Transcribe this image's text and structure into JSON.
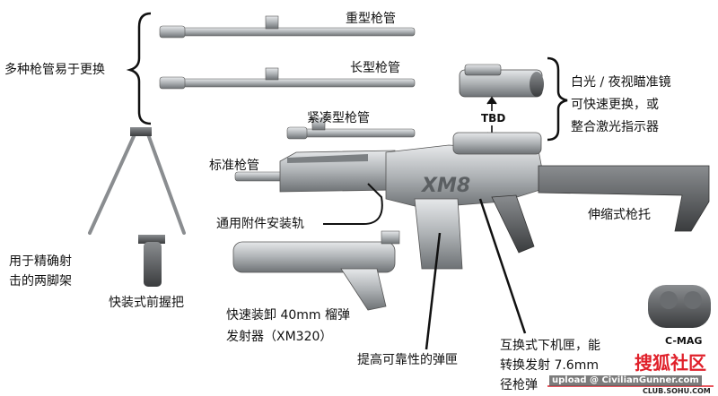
{
  "labels": {
    "heavy_barrel": "重型枪管",
    "long_barrel": "长型枪管",
    "compact_barrel": "紧凑型枪管",
    "multi_barrel": "多种枪管易于更换",
    "tbd": "TBD",
    "optic": [
      "白光 / 夜视瞄准镜",
      "可快速更换，或",
      "整合激光指示器"
    ],
    "standard_barrel": "标准枪管",
    "stock": "伸缩式枪托",
    "rail": "通用附件安装轨",
    "bipod": [
      "用于精确射",
      "击的两脚架"
    ],
    "foregrip": "快装式前握把",
    "grenade": [
      "快速装卸 40mm 榴弹",
      "发射器（XM320）"
    ],
    "magazine": "提高可靠性的弹匣",
    "lower_receiver": [
      "互换式下机匣，能",
      "转换发射 7.6mm",
      "径枪弹"
    ],
    "cmag": "C-MAG",
    "rifle_mark": "XM8"
  },
  "watermark": {
    "site": "搜狐社区",
    "upload": "upload @ CivilianGunner.com",
    "club": "CLUB.SOHU.COM"
  },
  "colors": {
    "metal": "#b9bcbe",
    "dark": "#555",
    "watermark": "#e0202a"
  }
}
